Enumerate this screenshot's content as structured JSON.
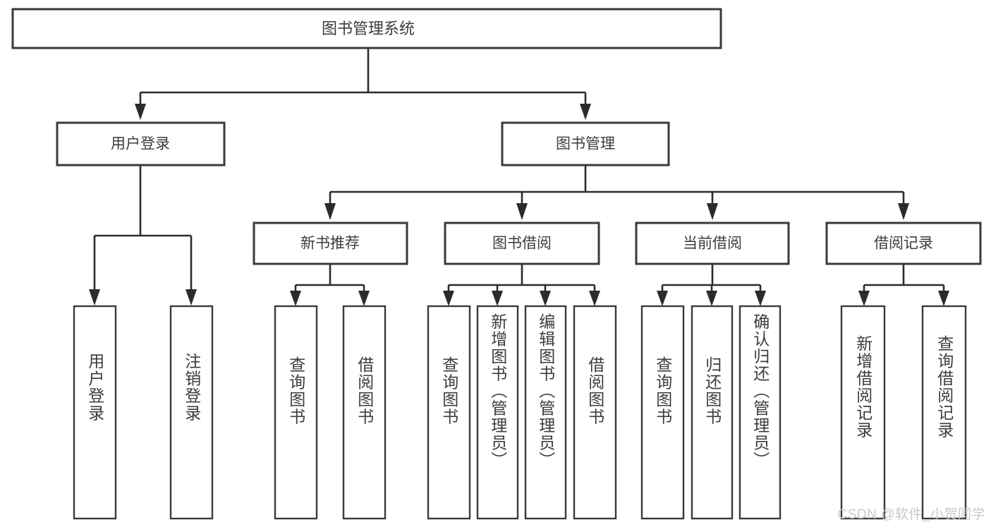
{
  "diagram": {
    "type": "hierarchy-tree",
    "title": "图书管理系统",
    "watermark": "CSDN @软件_小贺同学",
    "colors": {
      "background": "#ffffff",
      "box_stroke": "#3a3a3a",
      "connector": "#2b2b2b",
      "text": "#3c3c3c",
      "watermark": "#c8c8c8"
    },
    "root": {
      "label": "图书管理系统",
      "orientation": "horizontal"
    },
    "level2": [
      {
        "label": "用户登录",
        "orientation": "horizontal"
      },
      {
        "label": "图书管理",
        "orientation": "horizontal"
      }
    ],
    "level3": [
      {
        "label": "新书推荐",
        "orientation": "horizontal"
      },
      {
        "label": "图书借阅",
        "orientation": "horizontal"
      },
      {
        "label": "当前借阅",
        "orientation": "horizontal"
      },
      {
        "label": "借阅记录",
        "orientation": "horizontal"
      }
    ],
    "leaves": {
      "user_login": [
        {
          "label": "用户登录",
          "orientation": "vertical"
        },
        {
          "label": "注销登录",
          "orientation": "vertical"
        }
      ],
      "new_book_recommend": [
        {
          "label": "查询图书",
          "orientation": "vertical"
        },
        {
          "label": "借阅图书",
          "orientation": "vertical"
        }
      ],
      "book_borrow": [
        {
          "label": "查询图书",
          "orientation": "vertical"
        },
        {
          "label": "新增图书（管理员）",
          "orientation": "vertical"
        },
        {
          "label": "编辑图书（管理员）",
          "orientation": "vertical"
        },
        {
          "label": "借阅图书",
          "orientation": "vertical"
        }
      ],
      "current_borrow": [
        {
          "label": "查询图书",
          "orientation": "vertical"
        },
        {
          "label": "归还图书",
          "orientation": "vertical"
        },
        {
          "label": "确认归还（管理员）",
          "orientation": "vertical"
        }
      ],
      "borrow_record": [
        {
          "label": "新增借阅记录",
          "orientation": "vertical"
        },
        {
          "label": "查询借阅记录",
          "orientation": "vertical"
        }
      ]
    }
  }
}
